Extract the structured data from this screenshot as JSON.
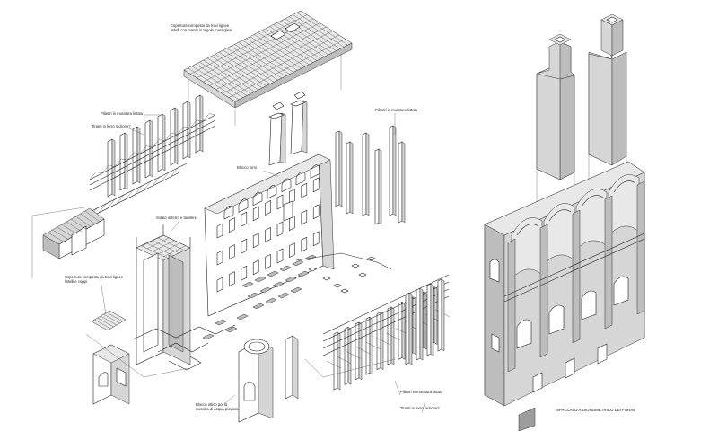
{
  "annotations": {
    "roof": [
      "Copertura composta da travi lignee",
      "listelli con manto in tegole marsigliesi"
    ],
    "pillars_left": "Pilastri in muratura listata",
    "rods_left": "Tiranti in ferro sezione?",
    "furnace_bank": "Blocco forni",
    "tower_hopper": "Solaio in ferro e tavellini",
    "roof_lower_left": [
      "Copertura composta da travi lignee",
      "listelli e coppi"
    ],
    "pillars_right_top": "Pilastri in muratura listata",
    "pillars_right_bottom": "Pilastri in muratura listata",
    "rods_right": "Tiranti in ferro sezione?",
    "chimney_base": [
      "Blocco ottico per la",
      "raccolta di acqua piovana"
    ]
  },
  "caption": "SPACCATO ASSONOMETRICO DEI FORNI"
}
